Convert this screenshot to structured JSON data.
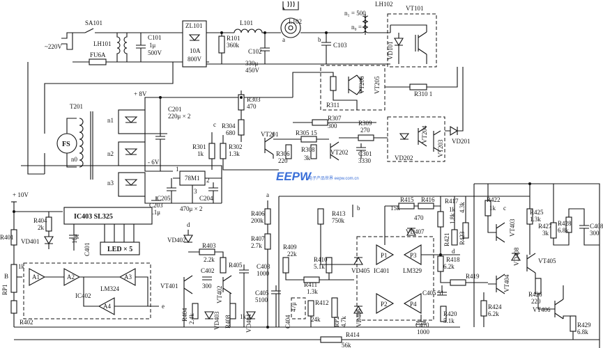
{
  "labels": {
    "mains": "~220V",
    "sa101": "SA101",
    "lh101": "LH101",
    "fu6a": "FU6A",
    "c101": "C101",
    "c101v": "1μ",
    "c101u": "500V",
    "zl101": "ZL101",
    "zl101a": "10A",
    "zl101v": "800V",
    "r101": "R101",
    "r101v": "360k",
    "l101": "L101",
    "c102": "C102",
    "c102v": "330μ",
    "c102u": "450V",
    "l102": "L102",
    "a": "a",
    "b": "b",
    "c103": "C103",
    "n1_500": "n₁ = 500",
    "n0_1": "n₀ = 1",
    "lh102": "LH102",
    "vt101": "VT101",
    "vd101": "VD101",
    "plus8v": "+ 8V",
    "t201": "T201",
    "fs": "FS",
    "n0": "n0",
    "n1": "n1",
    "n2": "n2",
    "n3": "n3",
    "minus6v": "- 6V",
    "c201": "C201",
    "c201v": "220μ × 2",
    "r303": "R303",
    "r303v": "470",
    "r304": "R304",
    "r304v": "680",
    "c_lbl": "c",
    "r301": "R301",
    "r301v": "1k",
    "r302": "R302",
    "r302v": "1.3k",
    "vt201": "VT201",
    "r305": "R305 15",
    "r306": "R306",
    "r306v": "220",
    "r308": "R308",
    "r308v": "3k",
    "vt202": "VT202",
    "r307": "R307",
    "r307v": "300",
    "r309": "R309",
    "r309v": "270",
    "c301": "C301",
    "c301v": "3330",
    "r311": "R311",
    "vt206": "VT206",
    "vt205": "VT205",
    "r310": "R310 1",
    "vt204": "VT204",
    "vt203": "VT203",
    "vd202": "VD202",
    "vd201": "VD201",
    "m78m1": "78M1",
    "pin1": "1",
    "pin2": "2",
    "pin3": "3",
    "c205": "C205",
    "c204": "C204",
    "c203": "C203",
    "c203v": "0.1μ",
    "c204v": "470μ × 2",
    "plus10v": "+ 10V",
    "r401": "R401",
    "r404": "R404",
    "r404v": "2k",
    "ic403": "IC403 SL325",
    "vd401": "VD401",
    "c401": "C401",
    "c401v": "10μ",
    "led5": "LED × 5",
    "b_lbl": "B",
    "rp1": "RP1",
    "k1": "1k",
    "a1": "A1",
    "a2": "A2",
    "a3": "A3",
    "a4": "A4",
    "lm324": "LM324",
    "ic402": "IC402",
    "e_lbl": "e",
    "r402": "R402",
    "d_lbl": "d",
    "vd402": "VD402",
    "r403": "R403",
    "r403v": "2.2k",
    "c402": "C402",
    "c402v": "300",
    "vt401": "VT401",
    "vt402": "VT402",
    "r404b": "R404",
    "r404bv": "2.4k",
    "vd403": "VD403",
    "r405": "R405",
    "r408": "R408",
    "r408v": "1k",
    "vd404": "VD404",
    "c403": "C403",
    "c403v": "1000",
    "c405": "C405",
    "c405v": "5100",
    "r406": "R406",
    "r406v": "200k",
    "r407": "R407",
    "r407v": "2.7k",
    "r409": "R409",
    "r409v": "22k",
    "r413": "R413",
    "r413v": "750k",
    "r410": "R410",
    "r410v": "5.1k",
    "r411": "R411",
    "r411v": "1.3k",
    "r412": "R412",
    "r412v": "24k",
    "c404": "C404",
    "c404v": "47μ",
    "rp2": "RP2",
    "rp2v": "4.7k",
    "vd405": "VD405",
    "vd406": "VD406",
    "vd407": "VD407",
    "ic401": "IC401",
    "lm329": "LM329",
    "p1": "P1",
    "p2": "P2",
    "p3": "P3",
    "p4": "P4",
    "r415": "R415",
    "r416": "R416",
    "k15": "15k",
    "v470": "470",
    "r417": "R417",
    "r417v": "1k",
    "r421": "R421",
    "r421v": "1.8k",
    "r423": "R423",
    "r423v": "4.3k",
    "r418": "R418",
    "r418v": "6.2k",
    "r419": "R419",
    "c405b": "C405 51",
    "r420": "R420",
    "r420v": "5.1k",
    "c470": "C470",
    "c470v": "1000",
    "r414": "R414",
    "r414v": "56k",
    "r422": "R422",
    "r422v": "1k",
    "vt403": "VT403",
    "vt404": "VT404",
    "vd408": "VD408",
    "r425": "R425",
    "r425v": "1.3k",
    "r427": "R427",
    "r427v": "3k",
    "r428": "R428",
    "r428v": "6.8k",
    "c408": "C408",
    "c408v": "300",
    "vt405": "VT405",
    "r426": "R426",
    "r426v": "220",
    "vt406": "VT406",
    "r424": "R424",
    "r424v": "6.2k",
    "r429": "R429",
    "r429v": "6.8k",
    "watermark": "EEPW",
    "watermark_sub": "电子产品世界 eepw.com.cn"
  },
  "colors": {
    "line": "#111111",
    "background": "#ffffff",
    "watermark": "#3a6fd8"
  }
}
